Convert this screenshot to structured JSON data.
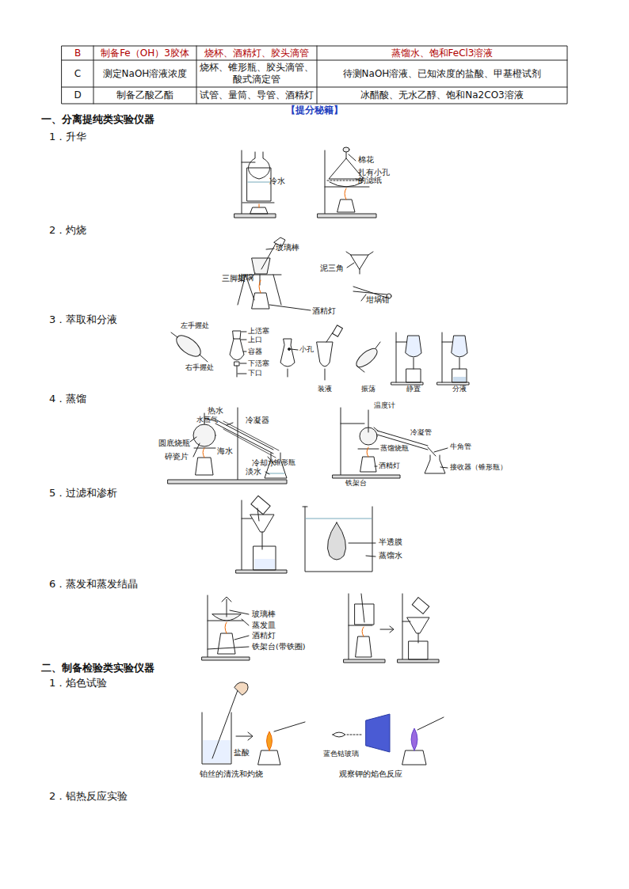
{
  "diagram": {
    "labels": [
      "B",
      "制备Fe（OH）3胶体",
      "烧杯、酒精灯、胶头滴管",
      "蒸馏水、饱和FeCl3溶液",
      "C",
      "测定NaOH溶液浓度",
      "烧杯、锥形瓶、胶头滴管、酸式滴定管",
      "待测NaOH溶液、已知浓度的盐酸、甲基橙试剂",
      "D",
      "制备乙酸乙酯",
      "试管、量筒、导管、酒精灯",
      "冰醋酸、无水乙醇、饱和Na2CO3溶液",
      "【提分秘籍】",
      "一、分离提纯类实验仪器",
      "1．升华",
      "冷水",
      "棉花",
      "扎有小孔的滤纸",
      "2．灼烧",
      "玻璃棒",
      "坩埚",
      "泥三角",
      "三脚架",
      "酒精灯",
      "坩埚钳",
      "3．萃取和分液",
      "左手握处",
      "右手握处",
      "上活塞",
      "上口",
      "容器",
      "下活塞",
      "下口",
      "小孔",
      "装液",
      "振荡",
      "静置",
      "分液",
      "4．蒸馏",
      "热水",
      "水蒸气",
      "冷凝器",
      "圆底烧瓶",
      "碎瓷片",
      "海水",
      "冷却水",
      "锥形瓶",
      "淡水",
      "温度计",
      "冷凝管",
      "蒸馏烧瓶",
      "牛角管",
      "酒精灯",
      "接收器（锥形瓶）",
      "铁架台",
      "5．过滤和渗析",
      "半透膜",
      "蒸馏水",
      "6．蒸发和蒸发结晶",
      "玻璃棒",
      "蒸发皿",
      "酒精灯",
      "铁架台(带铁圈)",
      "二、制备检验类实验仪器",
      "1．焰色试验",
      "盐酸",
      "铂丝的清洗和灼烧",
      "蓝色钴玻璃",
      "观察钾的焰色反应",
      "2．铝热反应实验"
    ]
  }
}
